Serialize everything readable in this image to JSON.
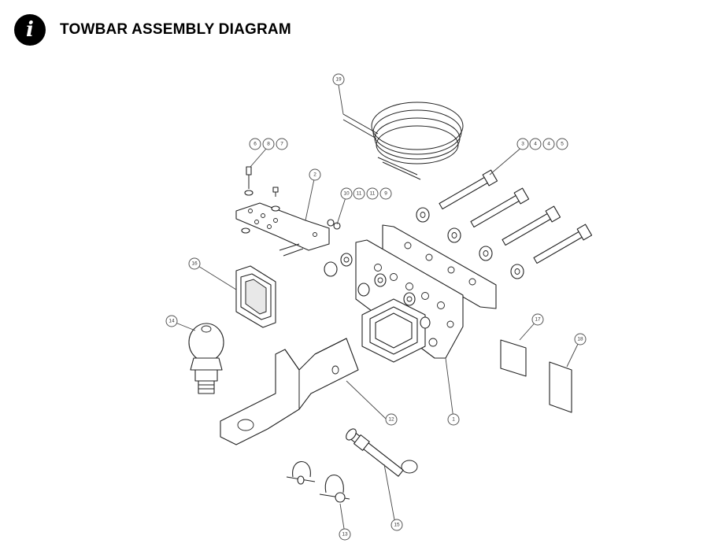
{
  "header": {
    "title": "TOWBAR ASSEMBLY DIAGRAM",
    "icon": "info-icon",
    "icon_glyph": "i"
  },
  "callouts": {
    "c19": "19",
    "c3": "3",
    "c4a": "4",
    "c4b": "4",
    "c5": "5",
    "c6": "6",
    "c8": "8",
    "c7": "7",
    "c2": "2",
    "c10": "10",
    "c11a": "11",
    "c11b": "11",
    "c9": "9",
    "c16": "16",
    "c14": "14",
    "c17": "17",
    "c18": "18",
    "c1": "1",
    "c12": "12",
    "c15": "15",
    "c13": "13"
  }
}
